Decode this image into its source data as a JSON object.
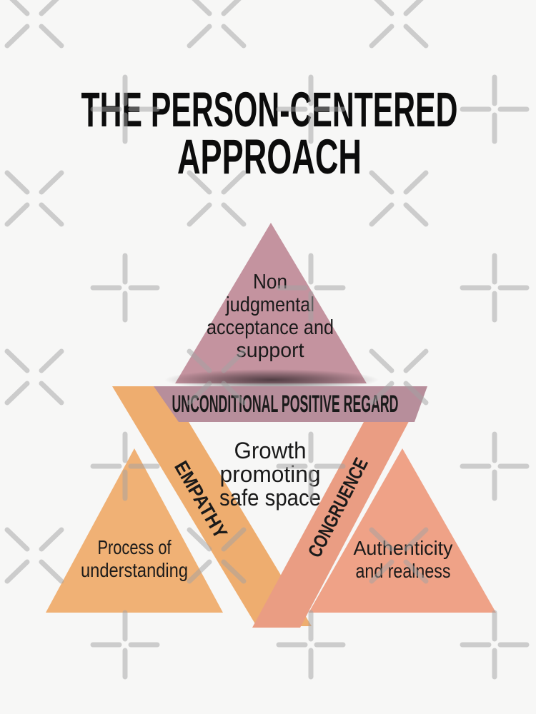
{
  "title": {
    "line1": "THE PERSON-CENTERED",
    "line2": "APPROACH"
  },
  "diagram": {
    "top_triangle": {
      "label": "Non judgmental acceptance and support",
      "lines": [
        "Non",
        "judgmental",
        "acceptance and",
        "support"
      ],
      "color": "#c4939f"
    },
    "band_top": {
      "label": "UNCONDITIONAL POSITIVE REGARD",
      "color": "#b78e9b"
    },
    "band_left": {
      "label": "EMPATHY",
      "color": "#eead6f"
    },
    "band_right": {
      "label": "CONGRUENCE",
      "color": "#ea9d83"
    },
    "center_space": {
      "label": "Growth promoting safe space",
      "lines": [
        "Growth",
        "promoting",
        "safe space"
      ]
    },
    "left_triangle": {
      "label": "Process of understanding",
      "lines": [
        "Process of",
        "understanding"
      ],
      "color": "#f0b175"
    },
    "right_triangle": {
      "label": "Authenticity and realness",
      "lines": [
        "Authenticity",
        "and realness"
      ],
      "color": "#efa287"
    }
  },
  "colors": {
    "background": "#f7f7f6",
    "text": "#1a1a1a",
    "shadow": "#241c20",
    "watermark": "#a3a3a3"
  },
  "watermark": {
    "icon": "redbubble-cross-and-plus-pattern",
    "opacity": 0.5,
    "x_cols": [
      48,
      303,
      558
    ],
    "x_rows": [
      28,
      278,
      528,
      778
    ],
    "plus_cols": [
      175,
      435,
      692
    ],
    "plus_rows": [
      153,
      403,
      653,
      903
    ]
  }
}
